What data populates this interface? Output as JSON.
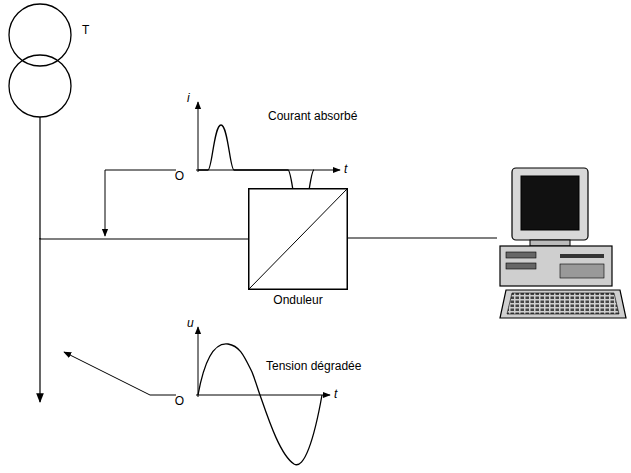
{
  "diagram": {
    "nodes": [
      {
        "text": [
          "T"
        ]
      },
      {
        "text": [
          "Onduleur"
        ]
      }
    ],
    "edges": [
      {
        "from": 0,
        "to": 1,
        "arrow": "none"
      }
    ],
    "labels": [
      "i",
      "Courant absorbé",
      "O",
      "t",
      "u",
      "Tension dégradée",
      "O",
      "t"
    ]
  }
}
